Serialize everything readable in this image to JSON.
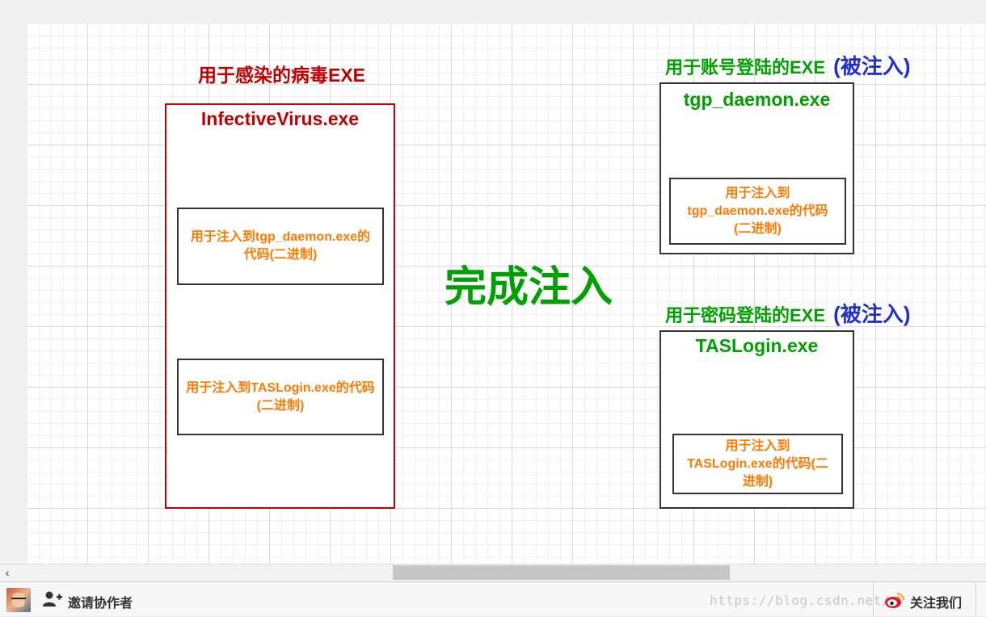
{
  "diagram": {
    "left_title": "用于感染的病毒EXE",
    "virus_box": {
      "name": "InfectiveVirus.exe",
      "inner1": "用于注入到tgp_daemon.exe的代码(二进制)",
      "inner2": "用于注入到TASLogin.exe的代码(二进制)"
    },
    "center_label": "完成注入",
    "account_title": "用于账号登陆的EXE",
    "account_suffix": "(被注入)",
    "tgp_box": {
      "name": "tgp_daemon.exe",
      "inner": "用于注入到tgp_daemon.exe的代码(二进制)"
    },
    "password_title": "用于密码登陆的EXE",
    "password_suffix": "(被注入)",
    "tas_box": {
      "name": "TASLogin.exe",
      "inner": "用于注入到TASLogin.exe的代码(二进制)"
    },
    "colors": {
      "virus_red": "#c00000",
      "green": "#00a000",
      "blue": "#1f2fcf",
      "orange": "#ff7a00"
    }
  },
  "bottombar": {
    "invite_label": "邀请协作者",
    "watermark": "https://blog.csdn.net/",
    "follow_label": "关注我们",
    "icons": [
      "avatar",
      "add-user-icon",
      "weibo-icon"
    ]
  }
}
